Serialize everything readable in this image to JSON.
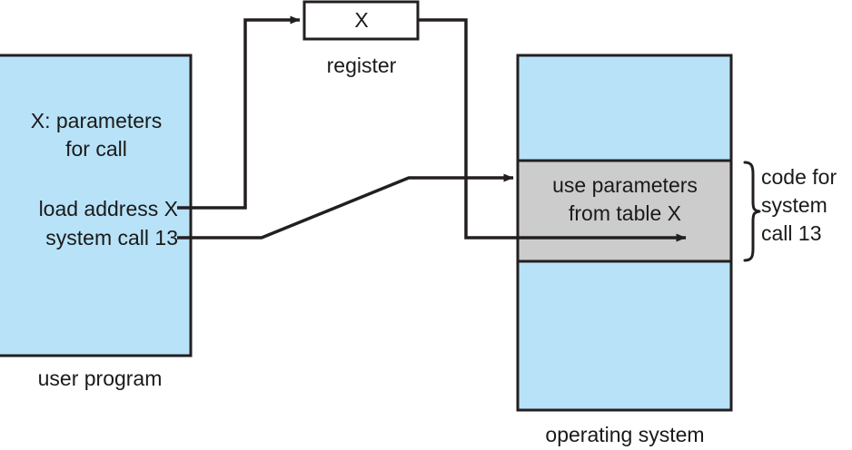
{
  "diagram": {
    "title": "system call handling via table-based parameter passing",
    "colors": {
      "memory_fill": "#b8e2f7",
      "kernel_code_fill": "#cccccc",
      "stroke": "#231f20",
      "background": "#ffffff",
      "text": "#1a1a1a"
    },
    "user_program": {
      "caption": "user program",
      "parameters_line1": "X: parameters",
      "parameters_line2": "for call",
      "instruction_load": "load address X",
      "instruction_syscall": "system call 13"
    },
    "register": {
      "value": "X",
      "caption": "register"
    },
    "operating_system": {
      "caption": "operating system",
      "kernel_line1": "use parameters",
      "kernel_line2": "from table X"
    },
    "brace": {
      "line1": "code for",
      "line2": "system",
      "line3": "call 13"
    }
  }
}
